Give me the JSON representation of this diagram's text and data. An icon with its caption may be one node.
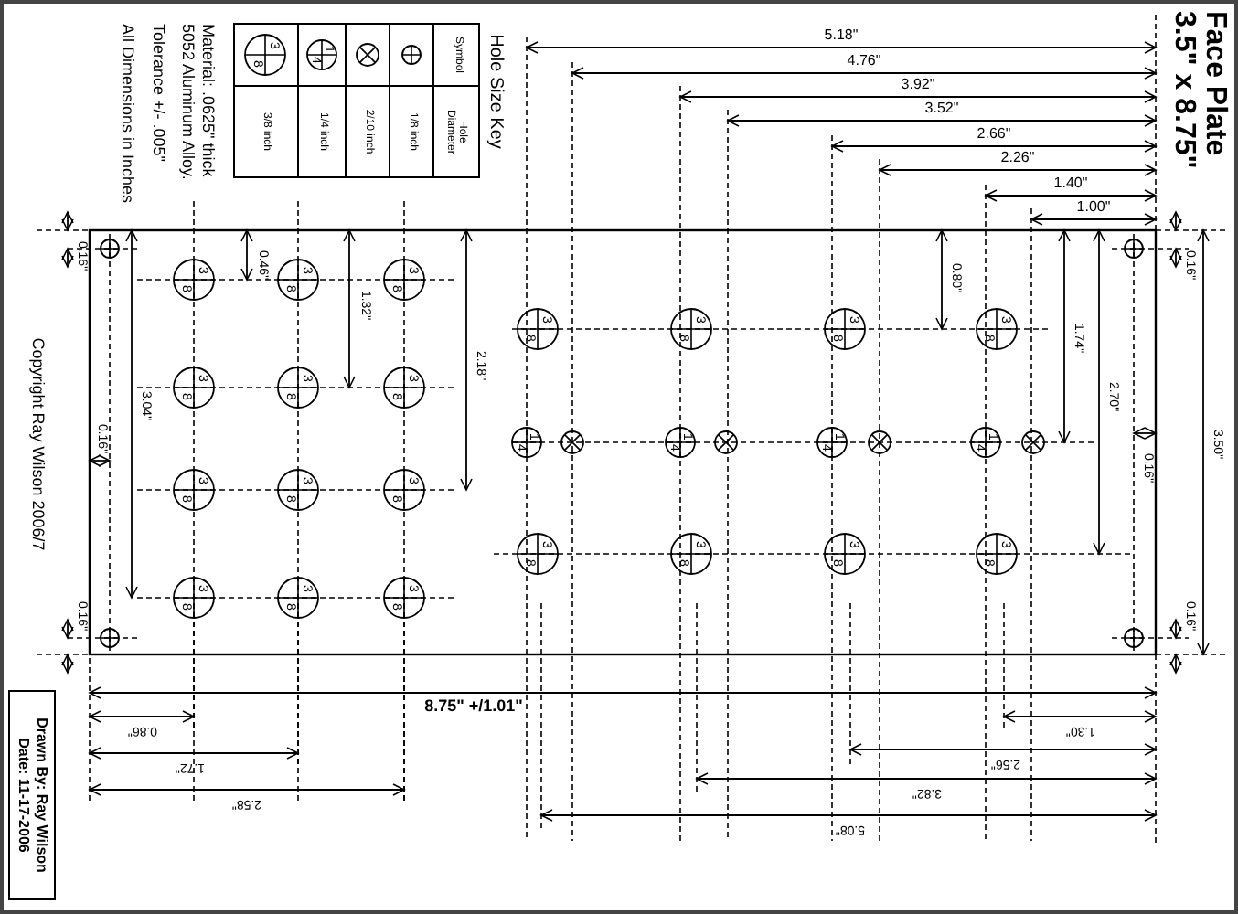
{
  "diagram": {
    "title": "Face Plate 3.5\" x 8.75\"",
    "labels": [
      "Hole Size Key",
      "Symbol",
      "Hole Diameter",
      "3",
      "8",
      "3/8 inch",
      "1",
      "4",
      "1/4 inch",
      "2/10 inch",
      "1/8 inch",
      "Material: .0625\" thick",
      "5052 Aluminum Alloy.",
      "Tolerance +/- .005\"",
      "All Dimensions in Inches",
      "5.18\"",
      "4.76\"",
      "3.92\"",
      "3.52\"",
      "2.66\"",
      "2.26\"",
      "1.40\"",
      "1.00\"",
      "Copyright Ray Wilson 2006/7",
      "0.16\"",
      "0.46\"",
      "1.32\"",
      "2.18\"",
      "3.04\"",
      "0.16\"",
      "0.16\"",
      "3",
      "8",
      "3",
      "8",
      "3",
      "8",
      "3",
      "8",
      "3",
      "8",
      "3",
      "8",
      "3",
      "8",
      "3",
      "8",
      "3",
      "8",
      "3",
      "8",
      "3",
      "8",
      "3",
      "8",
      "0.80\"",
      "0.16\"",
      "3",
      "8",
      "3",
      "8",
      "3",
      "8",
      "3",
      "8",
      "1.74\"",
      "1",
      "4",
      "1",
      "4",
      "1",
      "4",
      "1",
      "4",
      "2.70\"",
      "0.16\"",
      "3.50\"",
      "3",
      "8",
      "3",
      "8",
      "3",
      "8",
      "3",
      "8",
      "0.16\"",
      "8.75\" +/1.01\"",
      "0.86\"",
      "1.30\"",
      "1.72\"",
      "2.56\"",
      "3.82\"",
      "2.58\"",
      "5.08\"",
      "Drawn By: Ray Wilson",
      "Date: 11-17-2006"
    ]
  }
}
